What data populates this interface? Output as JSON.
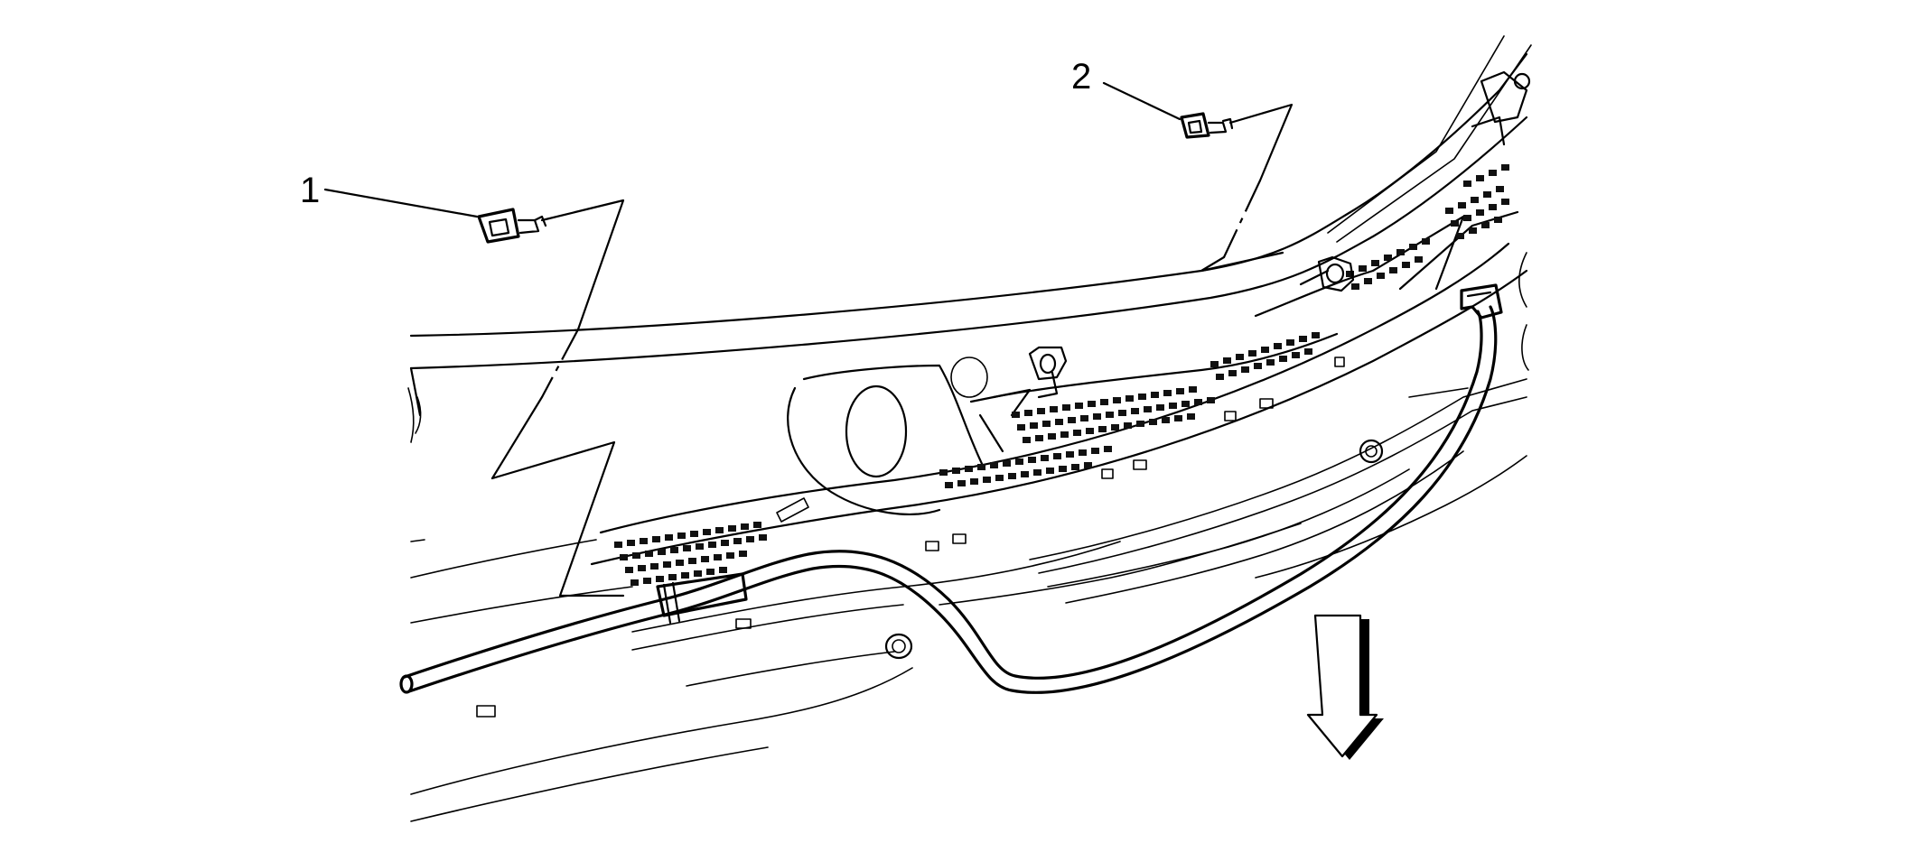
{
  "callouts": [
    {
      "number": "1",
      "part": "retainer"
    },
    {
      "number": "2",
      "part": "retainer"
    }
  ],
  "direction_arrow": {
    "icon": "down-arrow-icon",
    "meaning": "down"
  },
  "colors": {
    "line": "#000000",
    "background": "#ffffff"
  }
}
